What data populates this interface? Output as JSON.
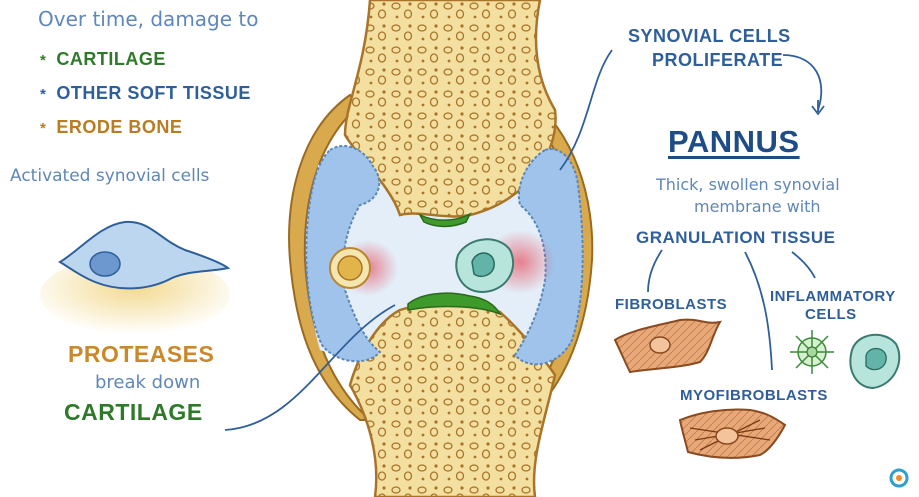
{
  "left_panel": {
    "intro": "Over time, damage to",
    "damage_items": [
      {
        "bullet": "*",
        "label": "CARTILAGE",
        "color": "#2f7a2a"
      },
      {
        "bullet": "*",
        "label": "OTHER SOFT TISSUE",
        "color": "#2f5f9b"
      },
      {
        "bullet": "*",
        "label": "ERODE BONE",
        "color": "#b87d22"
      }
    ],
    "activated_label": "Activated synovial cells",
    "proteases": "PROTEASES",
    "break_down": "break down",
    "cartilage": "CARTILAGE"
  },
  "right_panel": {
    "synovial_title_line1": "SYNOVIAL CELLS",
    "synovial_title_line2": "PROLIFERATE",
    "pannus": "PANNUS",
    "pannus_desc_line1": "Thick, swollen synovial",
    "pannus_desc_line2": "membrane with",
    "granulation": "GRANULATION TISSUE",
    "fibroblasts": "FIBROBLASTS",
    "inflammatory_line1": "INFLAMMATORY",
    "inflammatory_line2": "CELLS",
    "myofibroblasts": "MYOFIBROBLASTS"
  },
  "colors": {
    "blue_text": "#2f5f9b",
    "green_text": "#2f7a2a",
    "gold_text": "#c9892a",
    "bone": "#f3dfa0",
    "bone_outline": "#b8862f",
    "synovium": "#9fc3ea",
    "joint_capsule": "#d9aa4d",
    "cartilage": "#3e9a2a",
    "fibroblast": "#e5a06a"
  },
  "icons": [
    "star-bullet-icon",
    "osmosis-logo-icon"
  ]
}
